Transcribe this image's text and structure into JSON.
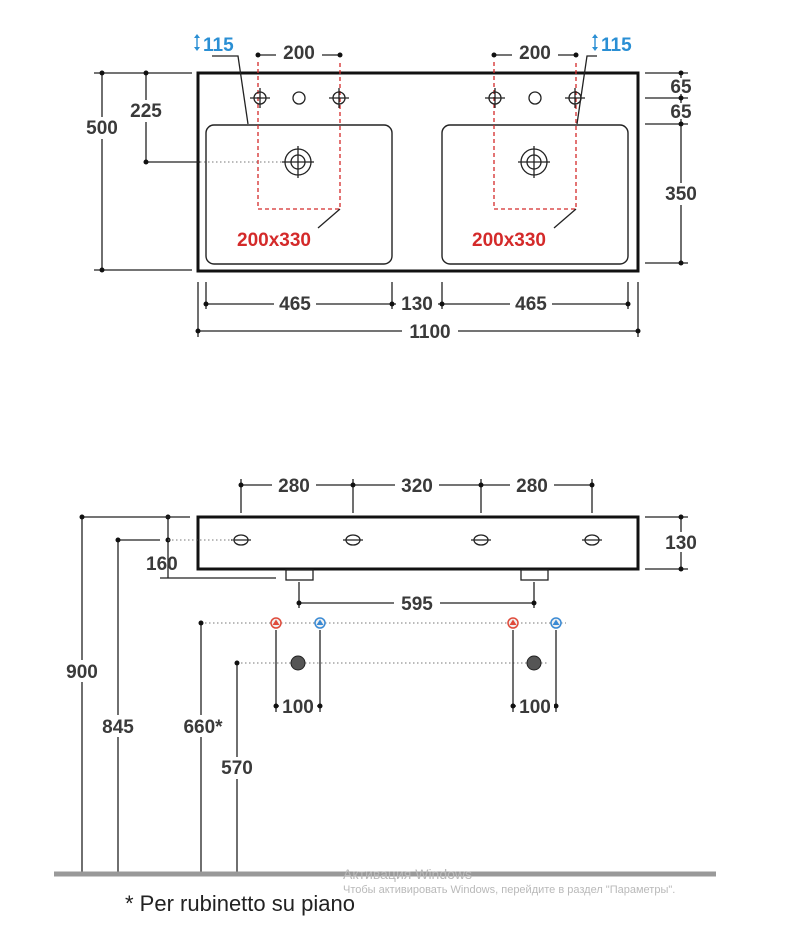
{
  "top_view": {
    "dimensions": {
      "total_width": "1100",
      "total_depth": "500",
      "basin_width_left": "465",
      "gap_between_basins": "130",
      "basin_width_right": "465",
      "tap_hole_spacing_left": "200",
      "tap_hole_spacing_right": "200",
      "drain_from_back": "225",
      "tap_zone_depth_1": "65",
      "tap_zone_depth_2": "65",
      "basin_depth": "350"
    },
    "tap_height_left": "115",
    "tap_height_right": "115",
    "faucet_zone_left": "200x330",
    "faucet_zone_right": "200x330"
  },
  "front_view": {
    "dimensions": {
      "fixing_spacing_1": "280",
      "fixing_spacing_2": "320",
      "fixing_spacing_3": "280",
      "basin_height": "130",
      "fixing_from_top": "160",
      "drain_spacing": "595",
      "supply_spacing_left": "100",
      "supply_spacing_right": "100"
    },
    "heights": {
      "top_of_basin": "900",
      "fixing_height": "845",
      "supply_height": "660*",
      "drain_height": "570"
    }
  },
  "footnote": "* Per rubinetto su piano",
  "watermark": {
    "title": "Активация Windows",
    "text": "Чтобы активировать Windows, перейдите в раздел \"Параметры\"."
  },
  "colors": {
    "hot_supply": "#e04a3a",
    "cold_supply": "#3a8ad4",
    "faucet_zone": "#d42a2a",
    "tap_height": "#2a8fd4"
  }
}
